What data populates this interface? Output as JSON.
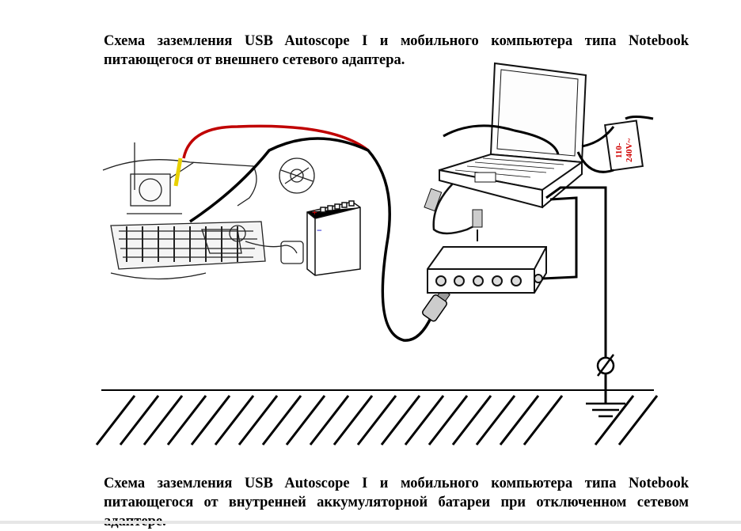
{
  "caption_top": "Схема заземления USB Autoscope I и мобильного компьютера типа Notebook питающегося от внешнего сетевого адаптера.",
  "caption_bottom": "Схема заземления USB Autoscope I и мобильного компьютера типа Notebook питающегося от внутренней аккумуляторной батареи при отключенном сетевом адаптере.",
  "diagram": {
    "adapter_label_line1": "110-",
    "adapter_label_line2": "240V~",
    "battery_plus": "+",
    "battery_minus": "−"
  },
  "colors": {
    "red_wire": "#c00000",
    "adapter_text": "#d00000"
  }
}
